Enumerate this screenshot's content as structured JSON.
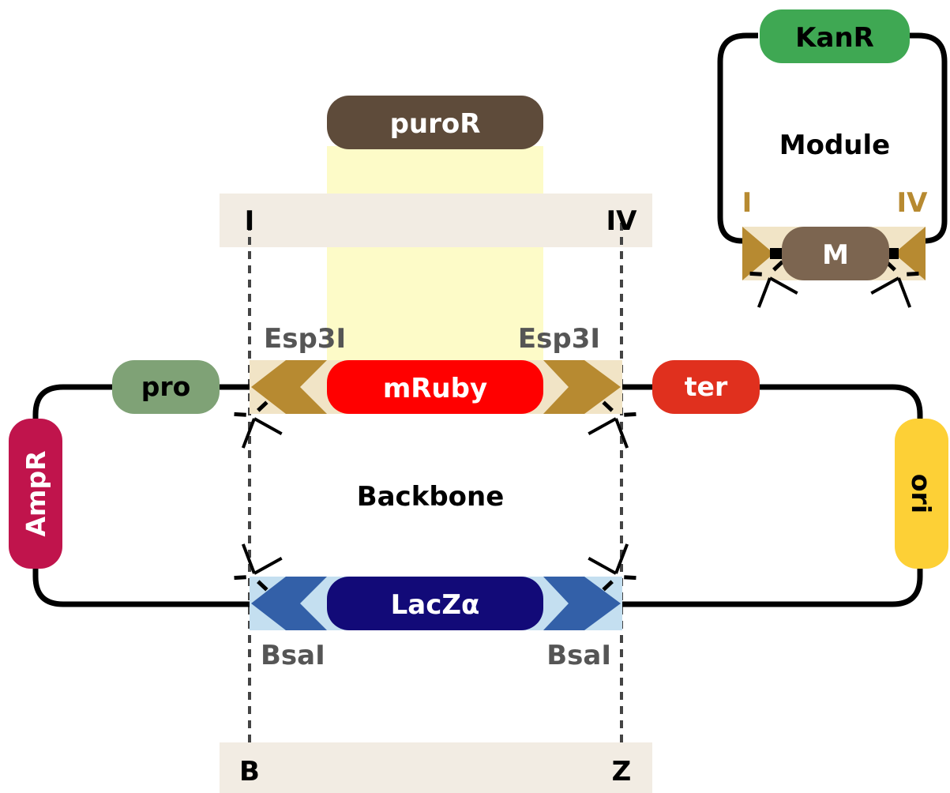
{
  "backbone": {
    "title": "Backbone",
    "features": {
      "pro": "pro",
      "ter": "ter",
      "ampr": "AmpR",
      "ori": "ori",
      "mruby": "mRuby",
      "lacz": "LacZα"
    },
    "sites": {
      "esp3i_left": "Esp3I",
      "esp3i_right": "Esp3I",
      "bsai_left": "BsaI",
      "bsai_right": "BsaI"
    }
  },
  "overhangs": {
    "top_left": "I",
    "top_right": "IV",
    "bottom_left": "B",
    "bottom_right": "Z"
  },
  "insert": {
    "label": "puroR"
  },
  "module": {
    "title": "Module",
    "marker": "KanR",
    "part": "M",
    "left_overhang": "I",
    "right_overhang": "IV"
  },
  "colors": {
    "pro": "#7fa276",
    "ter": "#e0301e",
    "ampr": "#c0144c",
    "ori": "#fdd036",
    "mruby": "#ff0000",
    "lacz": "#120a78",
    "puror": "#5e4b3a",
    "kanr": "#3fa853",
    "module_part": "#7c6550",
    "esp3i_arrow": "#b78a31",
    "bsai_arrow": "#3360a8",
    "overhang_text_module": "#b78a31"
  }
}
